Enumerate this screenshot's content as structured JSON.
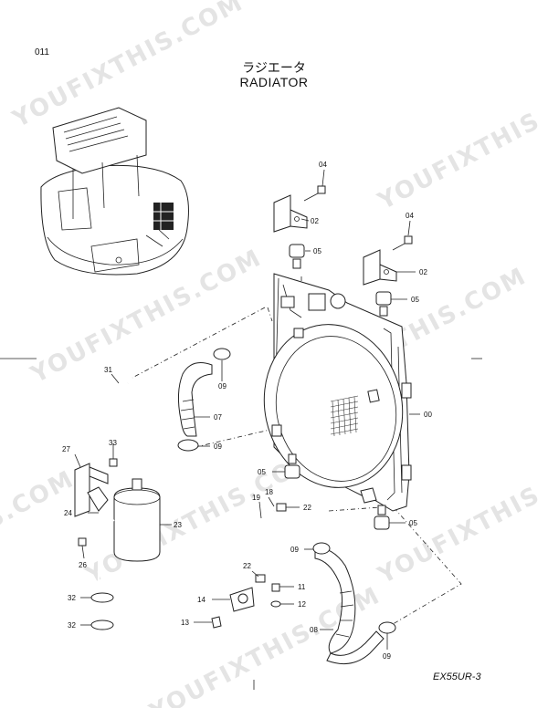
{
  "page_number": "011",
  "title_jp": "ラジエータ",
  "title_en": "RADIATOR",
  "model_code": "EX55UR-3",
  "watermark_texts": [
    "YOUFIXTHIS.COM",
    "YOUFIXTHIS",
    "S.COM"
  ],
  "callouts": [
    {
      "id": "00"
    },
    {
      "id": "02"
    },
    {
      "id": "02"
    },
    {
      "id": "04"
    },
    {
      "id": "04"
    },
    {
      "id": "05"
    },
    {
      "id": "05"
    },
    {
      "id": "05"
    },
    {
      "id": "05"
    },
    {
      "id": "07"
    },
    {
      "id": "08"
    },
    {
      "id": "09"
    },
    {
      "id": "09"
    },
    {
      "id": "09"
    },
    {
      "id": "09"
    },
    {
      "id": "11"
    },
    {
      "id": "12"
    },
    {
      "id": "13"
    },
    {
      "id": "14"
    },
    {
      "id": "18"
    },
    {
      "id": "19"
    },
    {
      "id": "22"
    },
    {
      "id": "22"
    },
    {
      "id": "23"
    },
    {
      "id": "24"
    },
    {
      "id": "26"
    },
    {
      "id": "27"
    },
    {
      "id": "31"
    },
    {
      "id": "32"
    },
    {
      "id": "32"
    },
    {
      "id": "33"
    }
  ]
}
